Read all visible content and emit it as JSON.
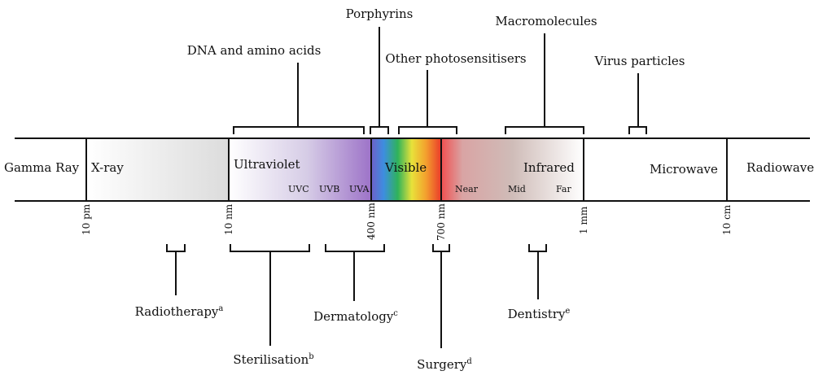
{
  "bands": [
    {
      "id": "gamma",
      "label": "Gamma Ray"
    },
    {
      "id": "xray",
      "label": "X-ray"
    },
    {
      "id": "uv",
      "label": "Ultraviolet",
      "sub": [
        "UVC",
        "UVB",
        "UVA"
      ]
    },
    {
      "id": "visible",
      "label": "Visible"
    },
    {
      "id": "ir",
      "label": "Infrared",
      "sub": [
        "Near",
        "Mid",
        "Far"
      ]
    },
    {
      "id": "microwave",
      "label": "Microwave"
    },
    {
      "id": "radio",
      "label": "Radiowave"
    }
  ],
  "ticks": [
    "10 pm",
    "10 nm",
    "400 nm",
    "700 nm",
    "1 mm",
    "10 cm"
  ],
  "absorbers": [
    {
      "id": "dna",
      "label": "DNA and amino acids"
    },
    {
      "id": "porphyrins",
      "label": "Porphyrins"
    },
    {
      "id": "photosensitisers",
      "label": "Other photosensitisers"
    },
    {
      "id": "macromolecules",
      "label": "Macromolecules"
    },
    {
      "id": "virus",
      "label": "Virus particles"
    }
  ],
  "applications": [
    {
      "id": "radiotherapy",
      "label": "Radiotherapy",
      "sup": "a"
    },
    {
      "id": "sterilisation",
      "label": "Sterilisation",
      "sup": "b"
    },
    {
      "id": "dermatology",
      "label": "Dermatology",
      "sup": "c"
    },
    {
      "id": "surgery",
      "label": "Surgery",
      "sup": "d"
    },
    {
      "id": "dentistry",
      "label": "Dentistry",
      "sup": "e"
    }
  ]
}
